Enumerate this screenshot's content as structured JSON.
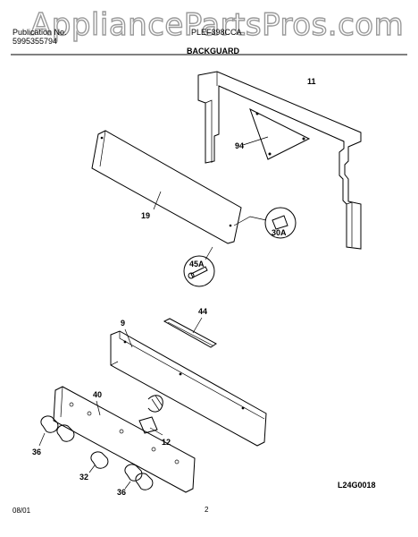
{
  "watermark": "AppliancePartsPros.com",
  "header": {
    "publication_label": "Publication No.",
    "publication_number": "5995355794",
    "model": "PLEF398CCA",
    "section_title": "BACKGUARD"
  },
  "callouts": {
    "p11": "11",
    "p94": "94",
    "p19": "19",
    "p30a": "30A",
    "p45a": "45A",
    "p44": "44",
    "p9": "9",
    "p40": "40",
    "p12": "12",
    "p36a": "36",
    "p32": "32",
    "p36b": "36"
  },
  "footer": {
    "date": "08/01",
    "page": "2",
    "drawing_id": "L24G0018"
  }
}
